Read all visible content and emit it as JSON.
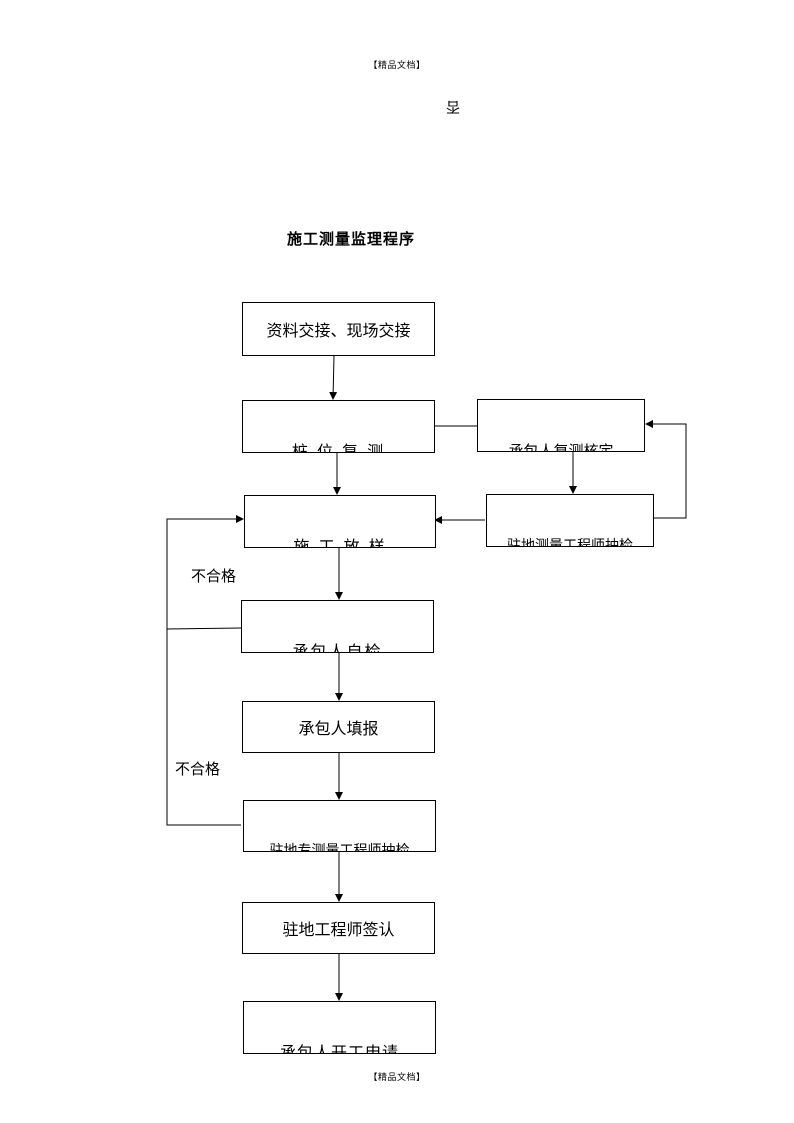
{
  "header": "【精品文档】",
  "footer": "【精品文档】",
  "stray_char": "否",
  "title": "施工测量监理程序",
  "boxes": {
    "b1": "资料交接、现场交接",
    "b2": "桩 位 复 测",
    "b3": "施 工 放 样",
    "b4": "承包人自检",
    "b5": "承包人填报",
    "b6": "驻地专测量工程师抽检",
    "b7": "驻地工程师签认",
    "b8": "承包人开工申请",
    "r1": "承包人复测核定",
    "r2": "驻地测量工程师抽检"
  },
  "labels": {
    "fail1": "不合格",
    "fail2": "不合格"
  }
}
